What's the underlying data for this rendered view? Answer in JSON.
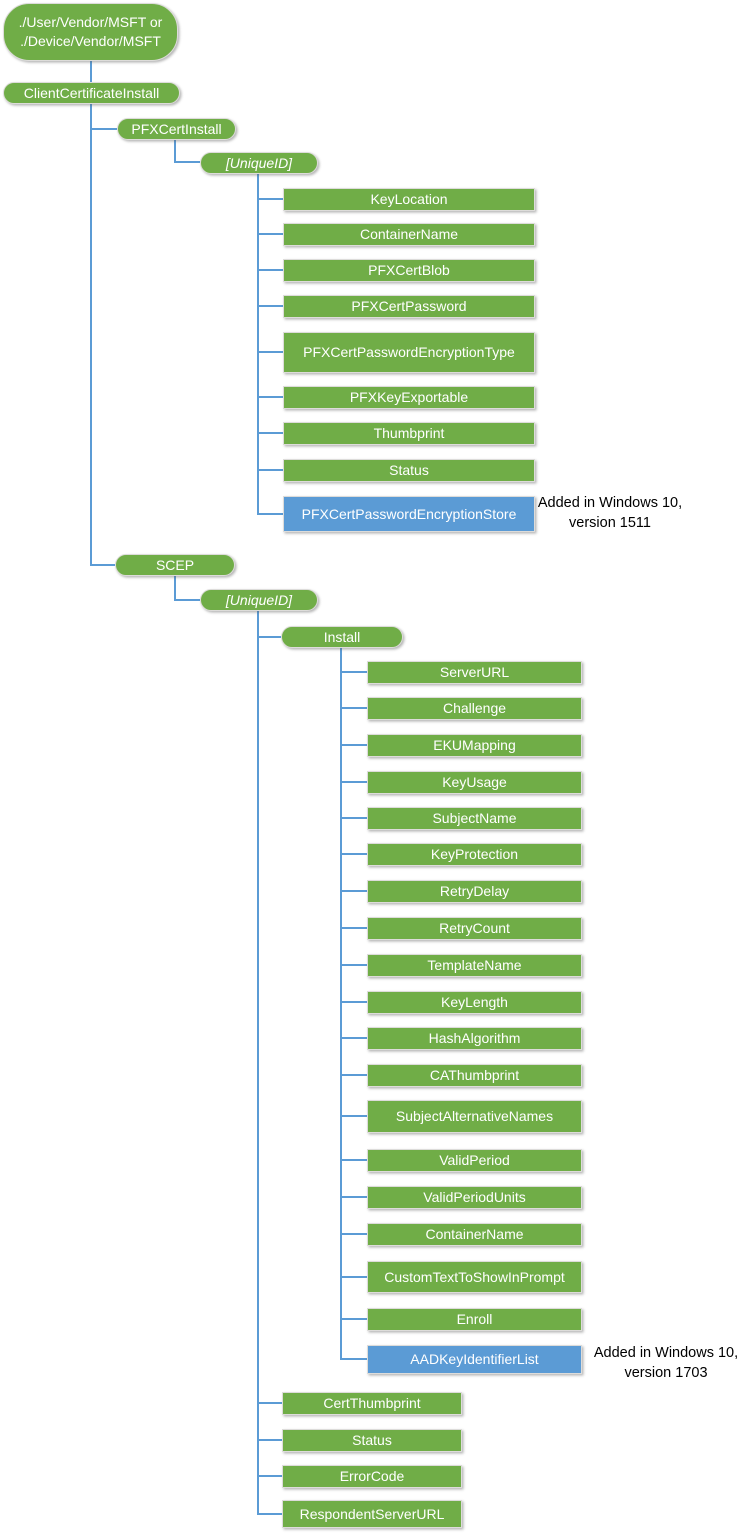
{
  "colors": {
    "node_green": "#70AD47",
    "node_blue": "#5B9BD5",
    "connector_blue": "#5B9BD5",
    "node_text": "#FFFFFF",
    "annotation_text": "#000000",
    "background": "#FFFFFF"
  },
  "root": {
    "line1": "./User/Vendor/MSFT or",
    "line2": "./Device/Vendor/MSFT"
  },
  "clientCertificateInstall": "ClientCertificateInstall",
  "pfxBranch": {
    "pfxCertInstall": "PFXCertInstall",
    "uniqueId": "[UniqueID]",
    "keyLocation": "KeyLocation",
    "containerName": "ContainerName",
    "pfxCertBlob": "PFXCertBlob",
    "pfxCertPassword": "PFXCertPassword",
    "pfxCertPasswordEncryptionType": "PFXCertPasswordEncryptionType",
    "pfxKeyExportable": "PFXKeyExportable",
    "thumbprint": "Thumbprint",
    "status": "Status",
    "pfxCertPasswordEncryptionStore": "PFXCertPasswordEncryptionStore"
  },
  "scepBranch": {
    "scep": "SCEP",
    "uniqueId": "[UniqueID]",
    "install": "Install",
    "installChildren": {
      "serverUrl": "ServerURL",
      "challenge": "Challenge",
      "ekuMapping": "EKUMapping",
      "keyUsage": "KeyUsage",
      "subjectName": "SubjectName",
      "keyProtection": "KeyProtection",
      "retryDelay": "RetryDelay",
      "retryCount": "RetryCount",
      "templateName": "TemplateName",
      "keyLength": "KeyLength",
      "hashAlgorithm": "HashAlgorithm",
      "caThumbprint": "CAThumbprint",
      "subjectAlternativeNames": "SubjectAlternativeNames",
      "validPeriod": "ValidPeriod",
      "validPeriodUnits": "ValidPeriodUnits",
      "containerName": "ContainerName",
      "customTextToShowInPrompt": "CustomTextToShowInPrompt",
      "enroll": "Enroll",
      "aadKeyIdentifierList": "AADKeyIdentifierList"
    },
    "certThumbprint": "CertThumbprint",
    "status": "Status",
    "errorCode": "ErrorCode",
    "respondentServerUrl": "RespondentServerURL"
  },
  "annotations": {
    "win1511": {
      "line1": "Added in Windows 10,",
      "line2": "version 1511"
    },
    "win1703": {
      "line1": "Added in Windows 10,",
      "line2": "version 1703"
    }
  }
}
